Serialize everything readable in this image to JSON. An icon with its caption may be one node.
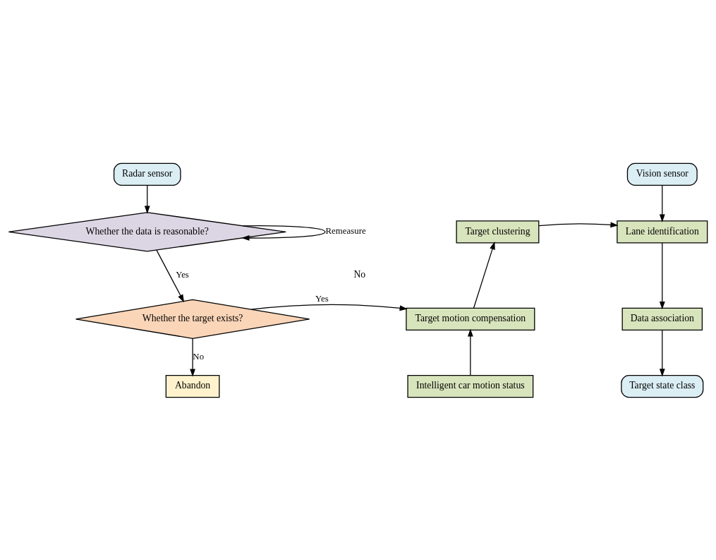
{
  "diagram": {
    "nodes": [
      {
        "text": [
          "Radar sensor"
        ]
      },
      {
        "text": [
          "Whether the data is reasonable?"
        ]
      },
      {
        "text": [
          "Whether the target exists?"
        ]
      },
      {
        "text": [
          "Abandon"
        ]
      },
      {
        "text": [
          "Target motion compensation"
        ]
      },
      {
        "text": [
          "Intelligent car motion status"
        ]
      },
      {
        "text": [
          "Target clustering"
        ]
      },
      {
        "text": [
          "Vision sensor"
        ]
      },
      {
        "text": [
          "Lane identification"
        ]
      },
      {
        "text": [
          "Data association"
        ]
      },
      {
        "text": [
          "Target state class"
        ]
      }
    ],
    "edges": [
      {
        "from": 0,
        "to": 1,
        "arrow": "to"
      },
      {
        "from": 1,
        "to": 1,
        "arrow": "to",
        "label": "Remeasure"
      },
      {
        "from": 1,
        "to": 2,
        "arrow": "to",
        "label": "Yes"
      },
      {
        "from": 2,
        "to": 4,
        "arrow": "to",
        "label": "Yes"
      },
      {
        "from": 2,
        "to": 3,
        "arrow": "to",
        "label": "No"
      },
      {
        "from": 5,
        "to": 4,
        "arrow": "to"
      },
      {
        "from": 4,
        "to": 6,
        "arrow": "to"
      },
      {
        "from": 6,
        "to": 8,
        "arrow": "to"
      },
      {
        "from": 7,
        "to": 8,
        "arrow": "to"
      },
      {
        "from": 8,
        "to": 9,
        "arrow": "to"
      },
      {
        "from": 9,
        "to": 10,
        "arrow": "to"
      }
    ],
    "labels": [
      "No"
    ]
  }
}
